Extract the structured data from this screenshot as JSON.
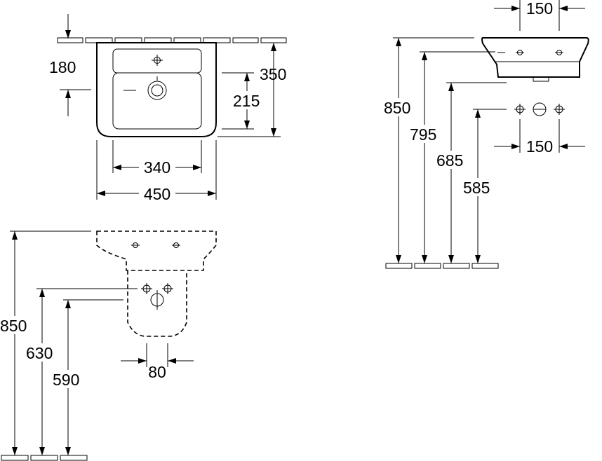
{
  "top_view": {
    "dim_depth_front": "180",
    "dim_total_depth": "350",
    "dim_bowl_depth": "215",
    "dim_bowl_width": "340",
    "dim_total_width": "450"
  },
  "front_view": {
    "dim_rim_height": "850",
    "dim_supply_height": "630",
    "dim_waste_height": "590",
    "dim_waste_width": "80"
  },
  "side_view": {
    "dim_tap_spacing_top": "150",
    "dim_rim_height": "850",
    "dim_under_rim": "795",
    "dim_bottom": "685",
    "dim_supply_height": "585",
    "dim_tap_spacing_bottom": "150"
  }
}
